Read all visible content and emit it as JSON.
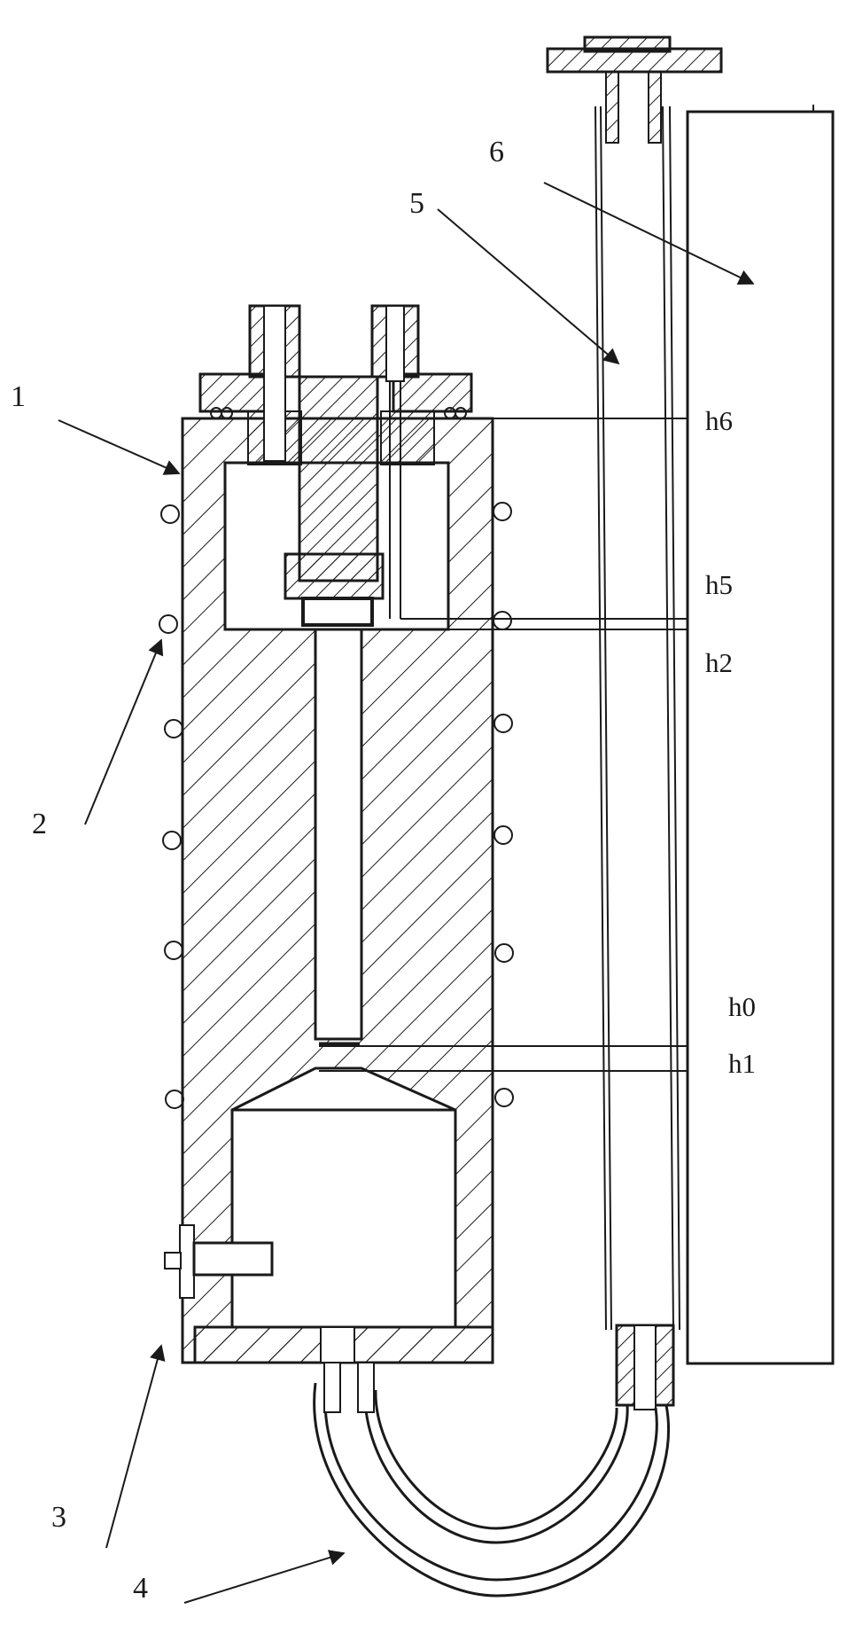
{
  "diagram": {
    "callouts": {
      "c1": "1",
      "c2": "2",
      "c3": "3",
      "c4": "4",
      "c5": "5",
      "c6": "6"
    },
    "levels": {
      "h0": "h0",
      "h1": "h1",
      "h2": "h2",
      "h5": "h5",
      "h6": "h6"
    },
    "colors": {
      "ink": "#1a1a1a",
      "paper": "#ffffff"
    }
  }
}
